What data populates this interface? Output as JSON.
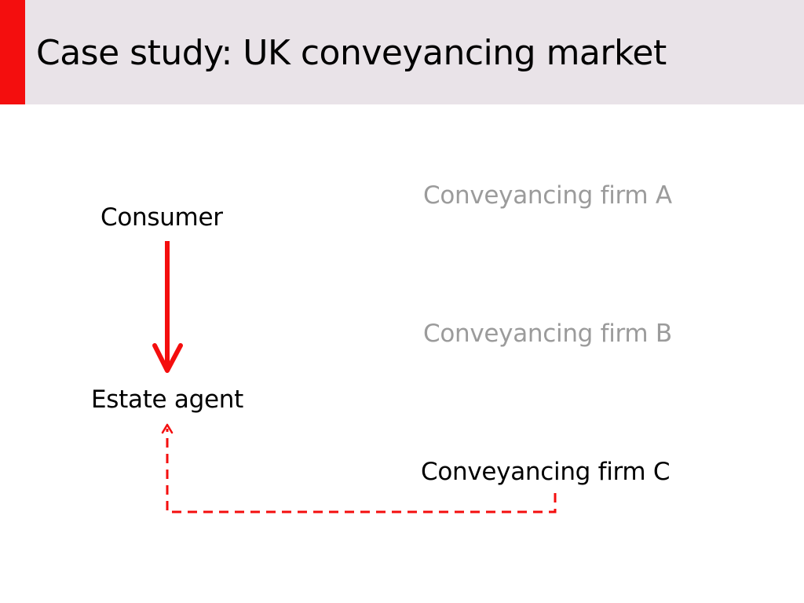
{
  "slide": {
    "title": "Case study: UK conveyancing market"
  },
  "nodes": {
    "consumer": "Consumer",
    "estate_agent": "Estate agent",
    "firm_a": "Conveyancing firm A",
    "firm_b": "Conveyancing firm B",
    "firm_c": "Conveyancing firm C"
  },
  "colors": {
    "accent": "#f40e0e",
    "title_bar": "#e9e3e8",
    "active_text": "#000000",
    "inactive_text": "#9b9b9b"
  }
}
